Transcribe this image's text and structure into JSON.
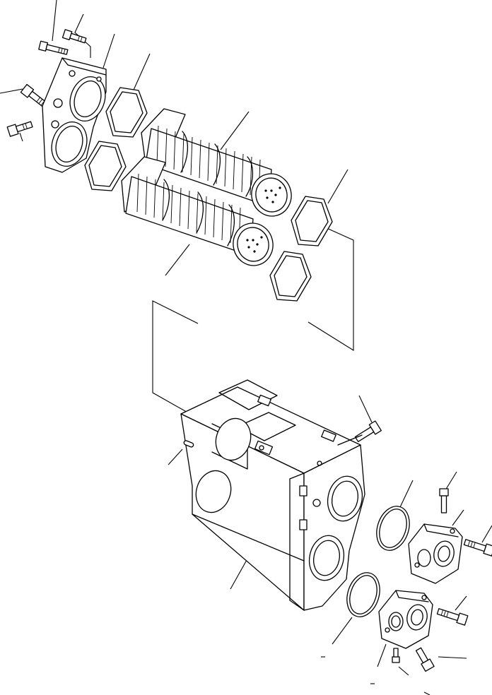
{
  "figure": {
    "kind": "exploded parts diagram",
    "background_color": "#ffffff",
    "line_color": "#000000"
  },
  "parts": [
    {
      "id": "bolt-upper-long",
      "icon": "bolt-icon"
    },
    {
      "id": "bolt-upper-short",
      "icon": "bolt-icon"
    },
    {
      "id": "bolt-left-upper",
      "icon": "bolt-icon"
    },
    {
      "id": "bolt-left-lower",
      "icon": "bolt-icon"
    },
    {
      "id": "filter-cover",
      "icon": "cover-plate-icon"
    },
    {
      "id": "cover-gasket",
      "icon": "gasket-icon"
    },
    {
      "id": "filter-element-upper",
      "icon": "filter-cartridge-icon"
    },
    {
      "id": "filter-element-lower",
      "icon": "filter-cartridge-icon"
    },
    {
      "id": "case-gasket",
      "icon": "gasket-icon"
    },
    {
      "id": "plug",
      "icon": "plug-icon"
    },
    {
      "id": "dowel-pin",
      "icon": "pin-icon"
    },
    {
      "id": "filter-case",
      "icon": "housing-icon"
    },
    {
      "id": "o-ring-upper",
      "icon": "o-ring-icon"
    },
    {
      "id": "o-ring-lower",
      "icon": "o-ring-icon"
    },
    {
      "id": "end-cover-upper",
      "icon": "cover-plate-icon"
    },
    {
      "id": "end-cover-lower",
      "icon": "cover-plate-icon"
    },
    {
      "id": "bolt-right-vertical",
      "icon": "bolt-icon"
    },
    {
      "id": "bolt-right-upper",
      "icon": "bolt-icon"
    },
    {
      "id": "bolt-right-lower",
      "icon": "bolt-icon"
    },
    {
      "id": "bolt-bottom",
      "icon": "bolt-icon"
    },
    {
      "id": "small-bolt-bottom",
      "icon": "bolt-icon"
    }
  ]
}
